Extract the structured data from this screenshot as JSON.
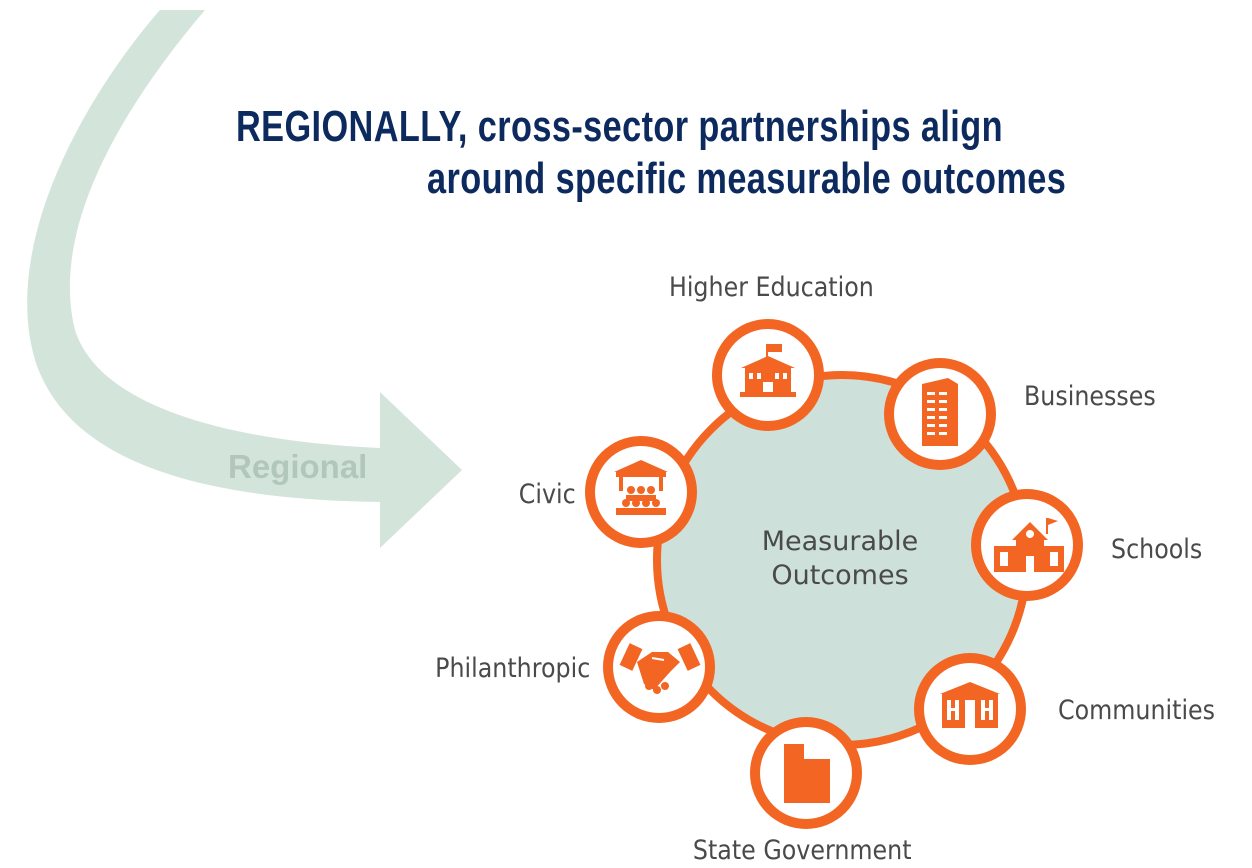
{
  "title": {
    "line1": "REGIONALLY, cross-sector partnerships align",
    "line2": "around specific measurable outcomes"
  },
  "arrow_label": "Regional",
  "center": {
    "line1": "Measurable",
    "line2": "Outcomes"
  },
  "sectors": [
    {
      "name": "higher-education",
      "label": "Higher Education",
      "icon": "university-building-icon"
    },
    {
      "name": "businesses",
      "label": "Businesses",
      "icon": "office-tower-icon"
    },
    {
      "name": "schools",
      "label": "Schools",
      "icon": "schoolhouse-icon"
    },
    {
      "name": "communities",
      "label": "Communities",
      "icon": "houses-icon"
    },
    {
      "name": "state-government",
      "label": "State Government",
      "icon": "utah-state-icon"
    },
    {
      "name": "philanthropic",
      "label": "Philanthropic",
      "icon": "handshake-icon"
    },
    {
      "name": "civic",
      "label": "Civic",
      "icon": "town-hall-meeting-icon"
    }
  ],
  "colors": {
    "accent": "#f26522",
    "title": "#0d2a5e",
    "arrow": "#d3e4db",
    "center_fill": "#cde0d9",
    "label": "#4a4a4a"
  }
}
